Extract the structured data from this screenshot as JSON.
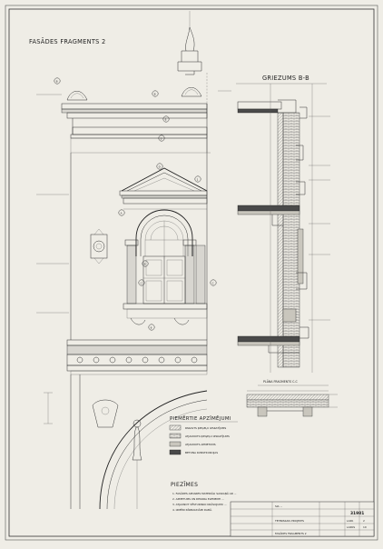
{
  "sheet": {
    "title": "FASĀDES FRAGMENTS 2",
    "section_title": "GRIEZUMS B-B",
    "plan_title": "PLĀNA FRAGMENTS C-C",
    "legend_title": "PIEMĒRTIE APZĪMĒJUMI",
    "notes_title": "PIEZĪMES",
    "sheet_number": "31981"
  },
  "legend": [
    {
      "pattern": "hatch",
      "label": "PARASTS ĶIEĢEĻU IZSKATĪJUMS"
    },
    {
      "pattern": "brick",
      "label": "ATJAUNOTS ĶIEĢEĻU IZSKATĪJUMS"
    },
    {
      "pattern": "grey",
      "label": "ATJAUNOTS APMETUMS"
    },
    {
      "pattern": "dark",
      "label": "BETONA KONSTRUKCIJAS"
    }
  ],
  "notes": [
    "1. FASĀDES APDARES MATERIĀLI SASKAŅĀ AR ...",
    "2. APMETUMS UN DEKORA ELEMENTI ...",
    "3. ATJAUNOT VĒSTURISKO KRĀSOJUMU ...",
    "4. IZMĒRI PĀRBAUDĀMI DABĀ."
  ],
  "markers": {
    "b": "B",
    "c": "C",
    "d": "D",
    "one": "1",
    "five": "5",
    "six": "6",
    "eight": "8",
    "nine": "9",
    "a": "A"
  },
  "title_block": {
    "org": "SIA ...",
    "stage": "TEHNISKAIS PROJEKTS",
    "sheet_label": "LAPA",
    "sheet_value": "2",
    "sheets_label": "LAPAS",
    "sheets_value": "10",
    "drawing": "FASĀDES FRAGMENTS 2"
  }
}
